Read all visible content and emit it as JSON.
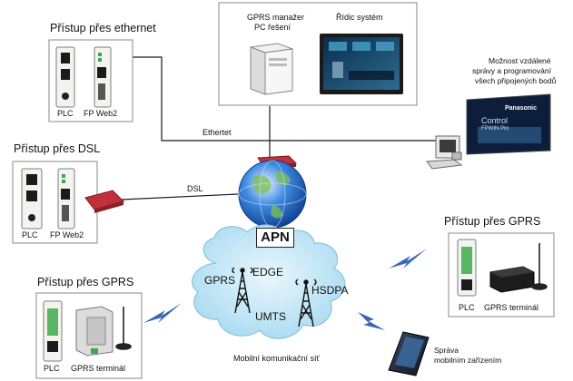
{
  "sections": {
    "ethernet": {
      "title": "Přístup přes ethernet",
      "plc": "PLC",
      "web": "FP Web2"
    },
    "dsl": {
      "title": "Přístup přes DSL",
      "plc": "PLC",
      "web": "FP Web2"
    },
    "gprs_left": {
      "title": "Přístup přes GPRS",
      "plc": "PLC",
      "terminal": "GPRS terminál"
    },
    "gprs_right": {
      "title": "Přístup přes GPRS",
      "plc": "PLC",
      "terminal": "GPRS terminál"
    }
  },
  "control": {
    "manager_line1": "GPRS manažer",
    "manager_line2": "PC řešení",
    "system": "Řídic systém"
  },
  "remote_note": [
    "Možnost vzdálené",
    "správy a programování",
    "všech připojených bodů"
  ],
  "software_screen": {
    "brand": "Panasonic",
    "line1": "Control",
    "line2": "FPWIN Pro"
  },
  "links": {
    "ethernet": "Ethertet",
    "dsl": "DSL"
  },
  "cloud": {
    "apn": "APN",
    "gprs": "GPRS",
    "edge": "EDGE",
    "hsdpa": "HSDPA",
    "umts": "UMTS",
    "caption": "Mobilní komunikační síť"
  },
  "mobile": {
    "line1": "Správa",
    "line2": "mobilním zařízením"
  },
  "colors": {
    "line": "#1a1a1a",
    "lightning": "#3a67b5",
    "cloud": "#bfe4f6",
    "globe": "#2d6fd0",
    "router": "#c0303a",
    "plc_green": "#3daa4a"
  }
}
